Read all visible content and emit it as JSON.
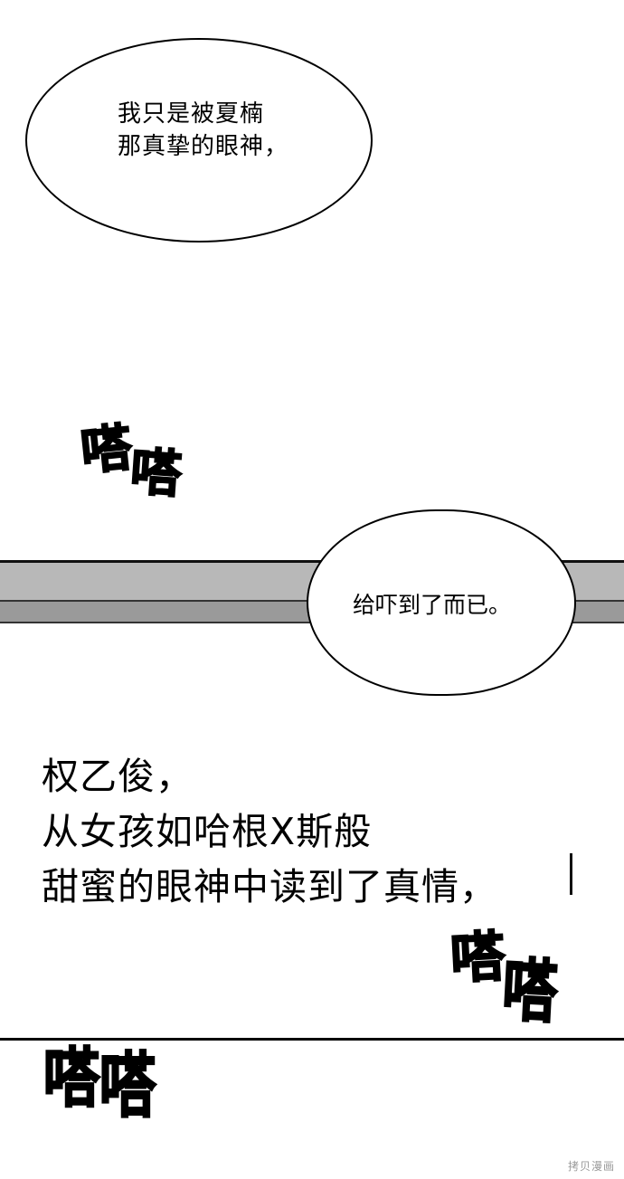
{
  "page": {
    "background": "#ffffff",
    "bar_colors": {
      "upper": "#b8b8b8",
      "lower": "#9a9a9a",
      "outline": "#111111"
    }
  },
  "bubbles": [
    {
      "lines": [
        "我只是被夏楠",
        "那真挚的眼神，"
      ]
    },
    {
      "lines": [
        "给吓到了而已。"
      ]
    }
  ],
  "sound_effects": [
    {
      "text": "嗒嗒",
      "chars": [
        "嗒",
        "嗒"
      ]
    },
    {
      "text": "嗒嗒",
      "chars": [
        "嗒",
        "嗒"
      ]
    },
    {
      "text": "嗒嗒",
      "chars": [
        "嗒",
        "嗒"
      ]
    }
  ],
  "narration": {
    "lines": [
      "权乙俊，",
      "从女孩如哈根X斯般",
      "甜蜜的眼神中读到了真情，"
    ]
  },
  "watermark": {
    "text": "拷贝漫画"
  }
}
